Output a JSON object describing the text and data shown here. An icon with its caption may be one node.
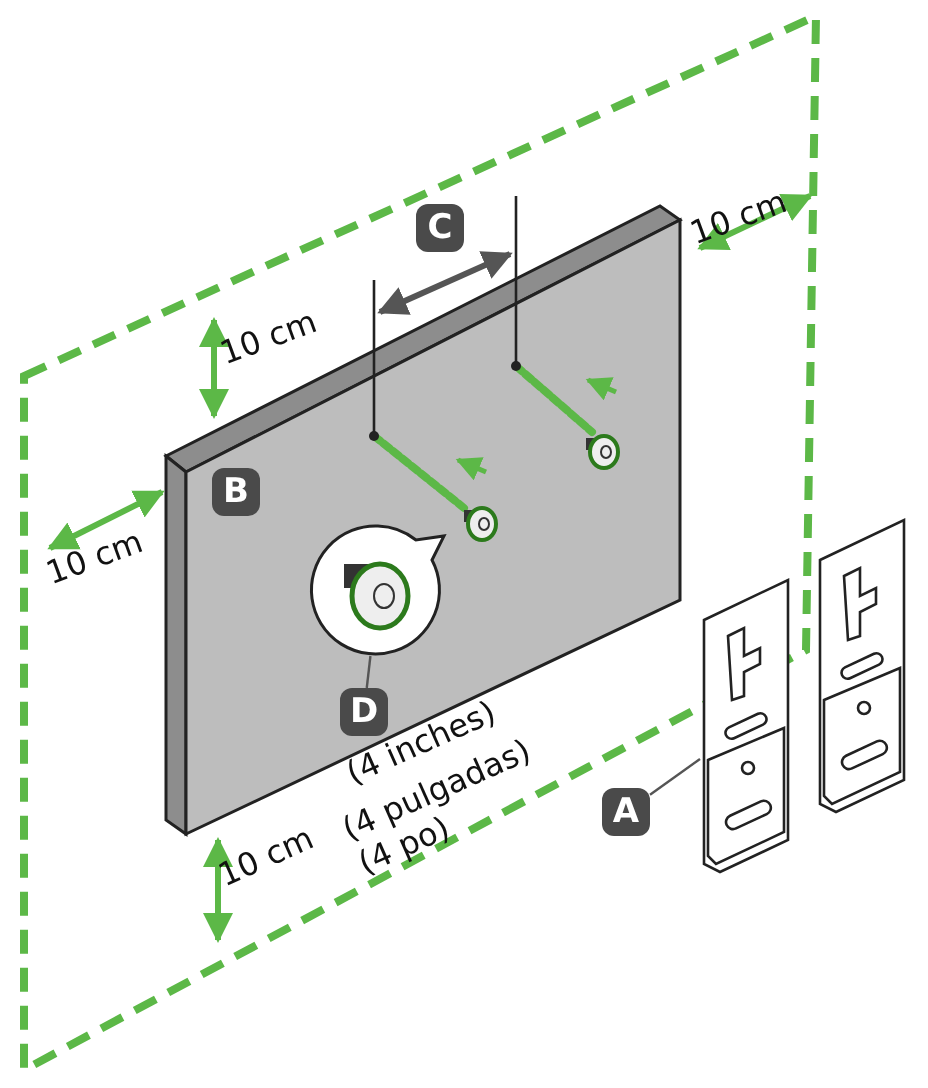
{
  "diagram": {
    "nodes": [
      {
        "text": [
          "C"
        ]
      },
      {
        "text": [
          "B"
        ]
      },
      {
        "text": [
          "D"
        ]
      },
      {
        "text": [],
        "shape": "circle"
      },
      {
        "text": [
          "A"
        ]
      },
      {
        "text": [],
        "shape": "picture"
      }
    ],
    "edges": [
      {
        "from": 2,
        "to": 3,
        "arrow": "none"
      },
      {
        "from": 4,
        "to": 5,
        "arrow": "none"
      }
    ],
    "labels": [
      "10 cm",
      "10 cm",
      "10 cm",
      "(4 inches)",
      "10 cm",
      "(4 pulgadas)",
      "(4 po)"
    ]
  }
}
